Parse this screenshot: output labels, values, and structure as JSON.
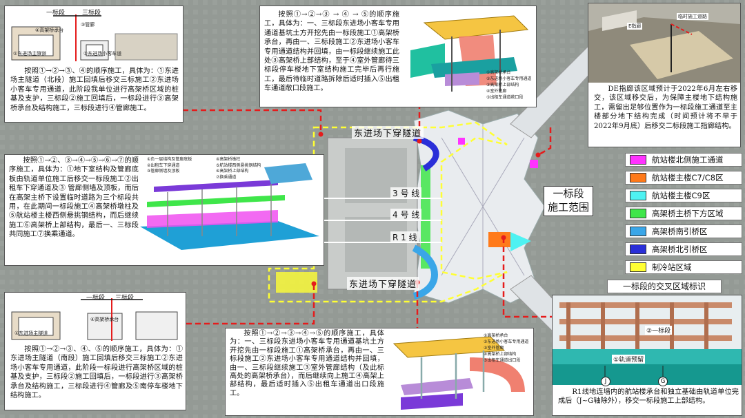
{
  "top_left": {
    "stage1": "一标段",
    "stage3": "三标段",
    "pipe_gallery": "③管廊",
    "stair": "①东进场主隧道",
    "lane": "②东进场小客车道",
    "column": "④高架桥承台",
    "text": "按照①→②→③、④的顺序施工，具体为：①东进场主隧道（北段）施工回填后移交三标施工②东进场小客车专用通道，此阶段我单位进行高架桥区域的桩基及支护，三标段②施工回填后，一标段进行③高架桥承台及结构施工，三标段进行④管廊施工。"
  },
  "top_center": {
    "text": "按照①→②→③ → ④ → ⑤的顺序施工，具体为：一、三标段东进场小客车专用通道基坑土方开挖先由一标段施工①高架桥承台，再由一、三标段施工②东进场小客车专用通道结构并回填，由一标段继续施工此处③高架桥上部结构，至于④室外管廊待三标段停车楼地下室结构施工完毕后再行施工，最后待临时道路拆除后适时插入⑤出租车通道敞口段施工。",
    "legend": [
      "①高架桥承台",
      "②东进场小客车专用通道",
      "③高架桥上部结构",
      "④室外管廊",
      "⑤出租车通道敞口段"
    ]
  },
  "top_right": {
    "corridor": "E指廊",
    "temp_road": "临时施工道路",
    "text": "DE指廊该区域预计于2022年6月左右移交，该区域移交后，为保障主楼地下结构施工，需留出足够位置作为一标段施工通道至主楼部分地下结构完成（时间预计将不早于2022年9月底）后移交二标段施工指廊结构。"
  },
  "mid_left": {
    "text": "按照①→②、③→④→⑤→⑥→⑦的顺序施工，具体为：①地下室结构及管廊底板由轨道单位施工后移交一标段施工②出租车下穿通道及③ 管廊侧墙及顶板，而后在高架主桥下设置临时道路为三个标段共用，在此期间一标段施工④高架桥墩柱及⑤航站楼主楼西侧悬挑钢结构，而后继续施工⑥高架桥上部结构，最后一、三标段共同施工⑦换乘通道。",
    "legend": [
      "①负一层结构及管廊底板",
      "②出租车下穿通道",
      "③管廊侧墙及顶板",
      "④高架桥墩柱",
      "⑤航站楼西侧悬挑钢结构",
      "⑥高架桥上部结构",
      "⑦换乘通道"
    ]
  },
  "bottom_left": {
    "stage1": "一标段",
    "stage3": "三标段",
    "lane": "①东进场主隧道",
    "column": "④高架桥承台",
    "text": "按照①→②→③、④、⑤的顺序施工，具体为：①东进场主隧道（南段）施工回填后移交三标施工②东进场小客车专用通道，此阶段一标段进行高架桥区域的桩基及支护，三标段②施工回填后，一标段进行③高架桥承台及结构施工，三标段进行④管廊及⑤南停车楼地下结构施工。"
  },
  "bottom_center": {
    "text": "按照①→②→③→④→⑤的顺序施工，具体为：一、三标段东进场小客车专用通道基坑土方开挖先由一标段施工①高架桥承台，再由一、三标段施工②东进场小客车专用通道结构并回填，由一、三标段继续施工③室外管廊结构（及此标高处的高架桥承台），而后继续向上施工④高架上部结构，最后适时插入⑤出租车通道出口段施工。",
    "legend": [
      "①高架桥承台",
      "②东进场小客车专用通道",
      "③室外管廊",
      "④高架桥上部结构",
      "⑤出租车通道出口段"
    ]
  },
  "bottom_right": {
    "stage2": "②一标段",
    "rail": "①轨道预留",
    "axis_j": "J",
    "axis_g": "G",
    "text": "R1线地连墙内的航站楼承台和独立基础由轨道单位完成后（J~G轴除外），移交一标段施工上部结构。"
  },
  "map": {
    "tunnel_north": "东进场下穿隧道",
    "tunnel_south": "东进场下穿隧道",
    "line3": "3 号 线",
    "line4": "4 号 线",
    "lineR1": "R 1 线",
    "scope": "一标段\n施工范围"
  },
  "legend": {
    "title": "一标段的交叉区域标识",
    "items": [
      {
        "label": "航站楼北侧施工通道",
        "color": "#ff33ff"
      },
      {
        "label": "航站楼主楼C7/C8区",
        "color": "#ff7a1a"
      },
      {
        "label": "航站楼主楼C9区",
        "color": "#4ef2f2"
      },
      {
        "label": "高架桥主桥下方区域",
        "color": "#3fe64a"
      },
      {
        "label": "高架桥南引桥区",
        "color": "#3aa6e8"
      },
      {
        "label": "高架桥北引桥区",
        "color": "#2a2fd8"
      },
      {
        "label": "制冷站区域",
        "color": "#ffff33"
      }
    ]
  }
}
